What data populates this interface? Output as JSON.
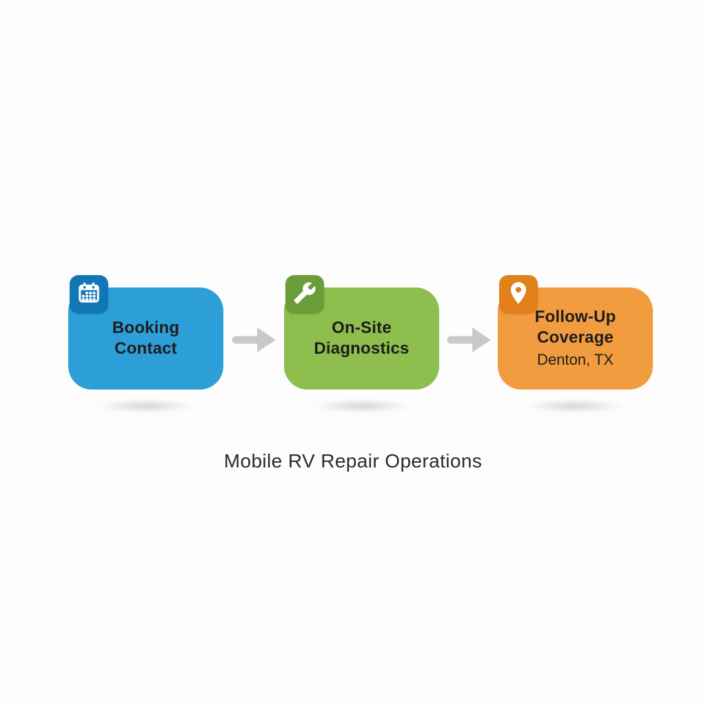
{
  "page": {
    "background": "#fdfdfd",
    "caption": "Mobile RV Repair Operations",
    "caption_color": "#2a2a2a",
    "text_color": "#1d1d1d"
  },
  "arrow": {
    "color": "#c9c9c9"
  },
  "steps": [
    {
      "lines": [
        "Booking",
        "Contact"
      ],
      "icon": "calendar-icon",
      "colors": {
        "box": "#2d9fd8",
        "badge": "#1277b5"
      }
    },
    {
      "lines": [
        "On-Site",
        "Diagnostics"
      ],
      "icon": "wrench-icon",
      "colors": {
        "box": "#8dbe4e",
        "badge": "#6a9c3a"
      }
    },
    {
      "lines": [
        "Follow-Up",
        "Coverage"
      ],
      "subtext": "Denton, TX",
      "icon": "location-pin-icon",
      "colors": {
        "box": "#f19c3e",
        "badge": "#e2801b"
      }
    }
  ]
}
